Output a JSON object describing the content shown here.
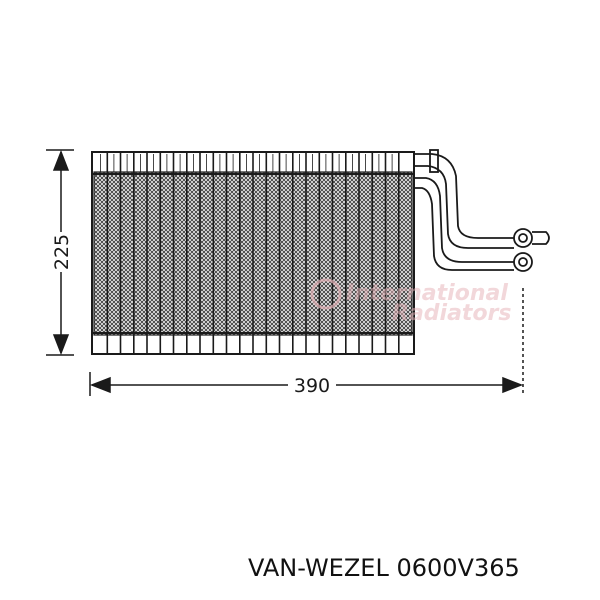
{
  "dimensions": {
    "height_label": "225",
    "width_label": "390"
  },
  "watermark": {
    "line1": "International",
    "line2": "Radiators"
  },
  "brand_label": "VAN-WEZEL 0600V365",
  "colors": {
    "line": "#1a1a1a",
    "core_fill": "#6a6a6a",
    "watermark": "#e6b3b8"
  }
}
